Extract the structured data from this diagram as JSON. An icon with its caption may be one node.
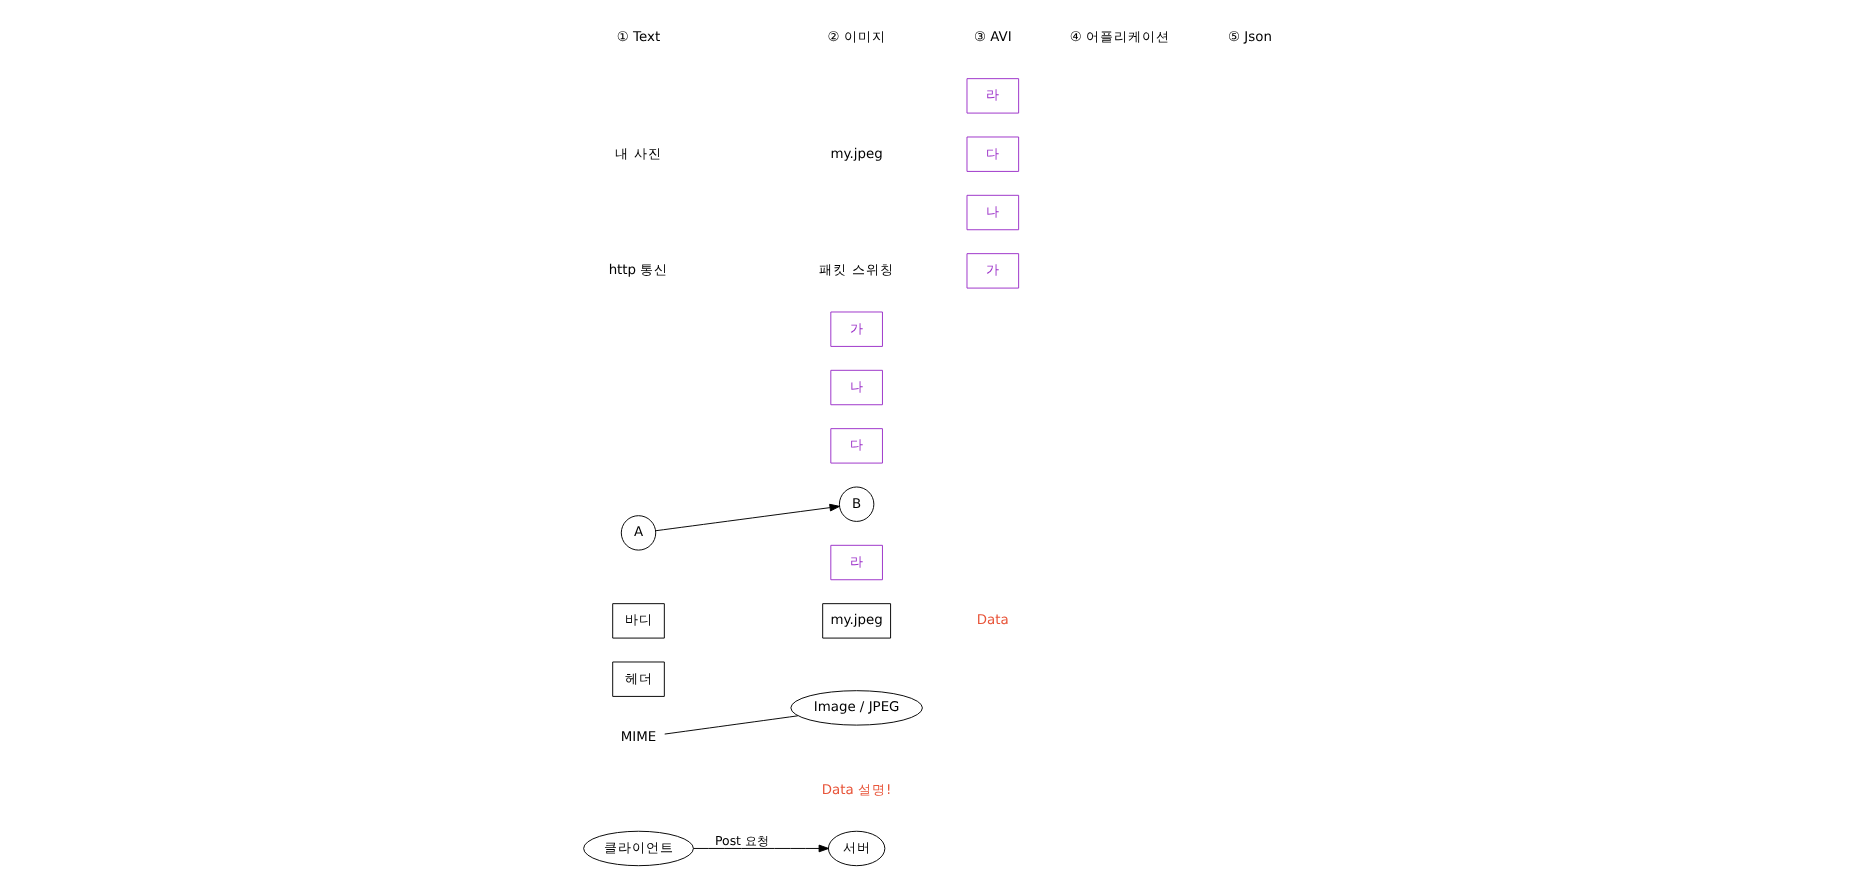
{
  "diagram": {
    "nodes": [
      {
        "text": [
          "클라이언트"
        ]
      },
      {
        "text": [
          "서버"
        ]
      },
      {
        "text": [
          "헤더"
        ]
      },
      {
        "text": [
          "Image / JPEG"
        ]
      },
      {
        "text": [
          "바디"
        ]
      },
      {
        "text": [
          "my.jpeg"
        ]
      },
      {
        "text": [
          "MIME"
        ]
      },
      {
        "text": [
          "A"
        ]
      },
      {
        "text": [
          "B"
        ]
      },
      {
        "text": [
          "라"
        ]
      },
      {
        "text": [
          "다"
        ]
      },
      {
        "text": [
          "나"
        ]
      },
      {
        "text": [
          "가"
        ]
      },
      {
        "text": [
          "가"
        ]
      },
      {
        "text": [
          "나"
        ]
      },
      {
        "text": [
          "다"
        ]
      },
      {
        "text": [
          "라"
        ]
      }
    ],
    "edges": [
      {
        "from": 0,
        "to": 1,
        "arrow": "to",
        "label": "Post 요청"
      },
      {
        "from": 6,
        "to": 3,
        "arrow": "none"
      },
      {
        "from": 7,
        "to": 8,
        "arrow": "to"
      }
    ],
    "labels": [
      "Data 설명!",
      "Data",
      "내 사진",
      "my.jpeg",
      "① Text",
      "② 이미지",
      "③ AVI",
      "④ 어플리케이션",
      "⑤ Json",
      "http 통신",
      "패킷 스위칭"
    ]
  }
}
